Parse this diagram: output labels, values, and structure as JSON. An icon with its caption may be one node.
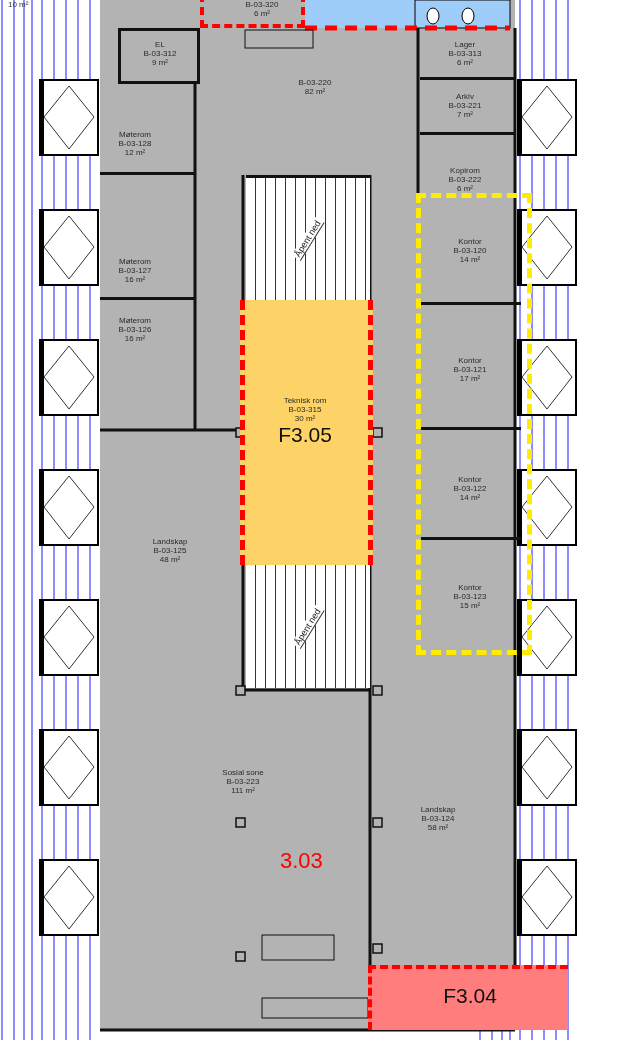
{
  "diagram": {
    "nodes": [
      {
        "text": [
          "B-03-320",
          "6 m²"
        ]
      },
      {
        "text": [
          "EL",
          "B-03-312",
          "9 m²"
        ]
      },
      {
        "text": [
          "B-03-220",
          "82 m²"
        ]
      },
      {
        "text": [
          "Lager",
          "B-03-313",
          "6 m²"
        ]
      },
      {
        "text": [
          "Møterom",
          "B-03-128",
          "12 m²"
        ]
      },
      {
        "text": [
          "Arkiv",
          "B-03-221",
          "7 m²"
        ]
      },
      {
        "text": [
          "Kopirom",
          "B-03-222",
          "6 m²"
        ]
      },
      {
        "text": [
          "Åpent ned"
        ]
      },
      {
        "text": [],
        "shape": "box"
      },
      {
        "text": [
          "Kontor",
          "B-03-120",
          "14 m²"
        ],
        "in": 8
      },
      {
        "text": [
          "Møterom",
          "B-03-127",
          "16 m²"
        ]
      },
      {
        "text": [
          "Møterom",
          "B-03-126",
          "16 m²"
        ]
      },
      {
        "text": [
          "Kontor",
          "B-03-121",
          "17 m²"
        ],
        "in": 8
      },
      {
        "text": [
          "Teknisk rom",
          "B-03-315",
          "30 m²",
          "F3.05"
        ]
      },
      {
        "text": [
          "Kontor",
          "B-03-122",
          "14 m²"
        ],
        "in": 8
      },
      {
        "text": [
          "Landskap",
          "B-03-125",
          "48 m²"
        ]
      },
      {
        "text": [
          "Kontor",
          "B-03-123",
          "15 m²"
        ],
        "in": 8
      },
      {
        "text": [
          "Åpent ned"
        ]
      },
      {
        "text": [
          "Sosial sone",
          "B-03-223",
          "111 m²"
        ]
      },
      {
        "text": [
          "Landskap",
          "B-03-124",
          "58 m²"
        ]
      },
      {
        "text": [
          "F3.04"
        ]
      }
    ],
    "labels": [
      "10 m²",
      "3.03"
    ]
  }
}
